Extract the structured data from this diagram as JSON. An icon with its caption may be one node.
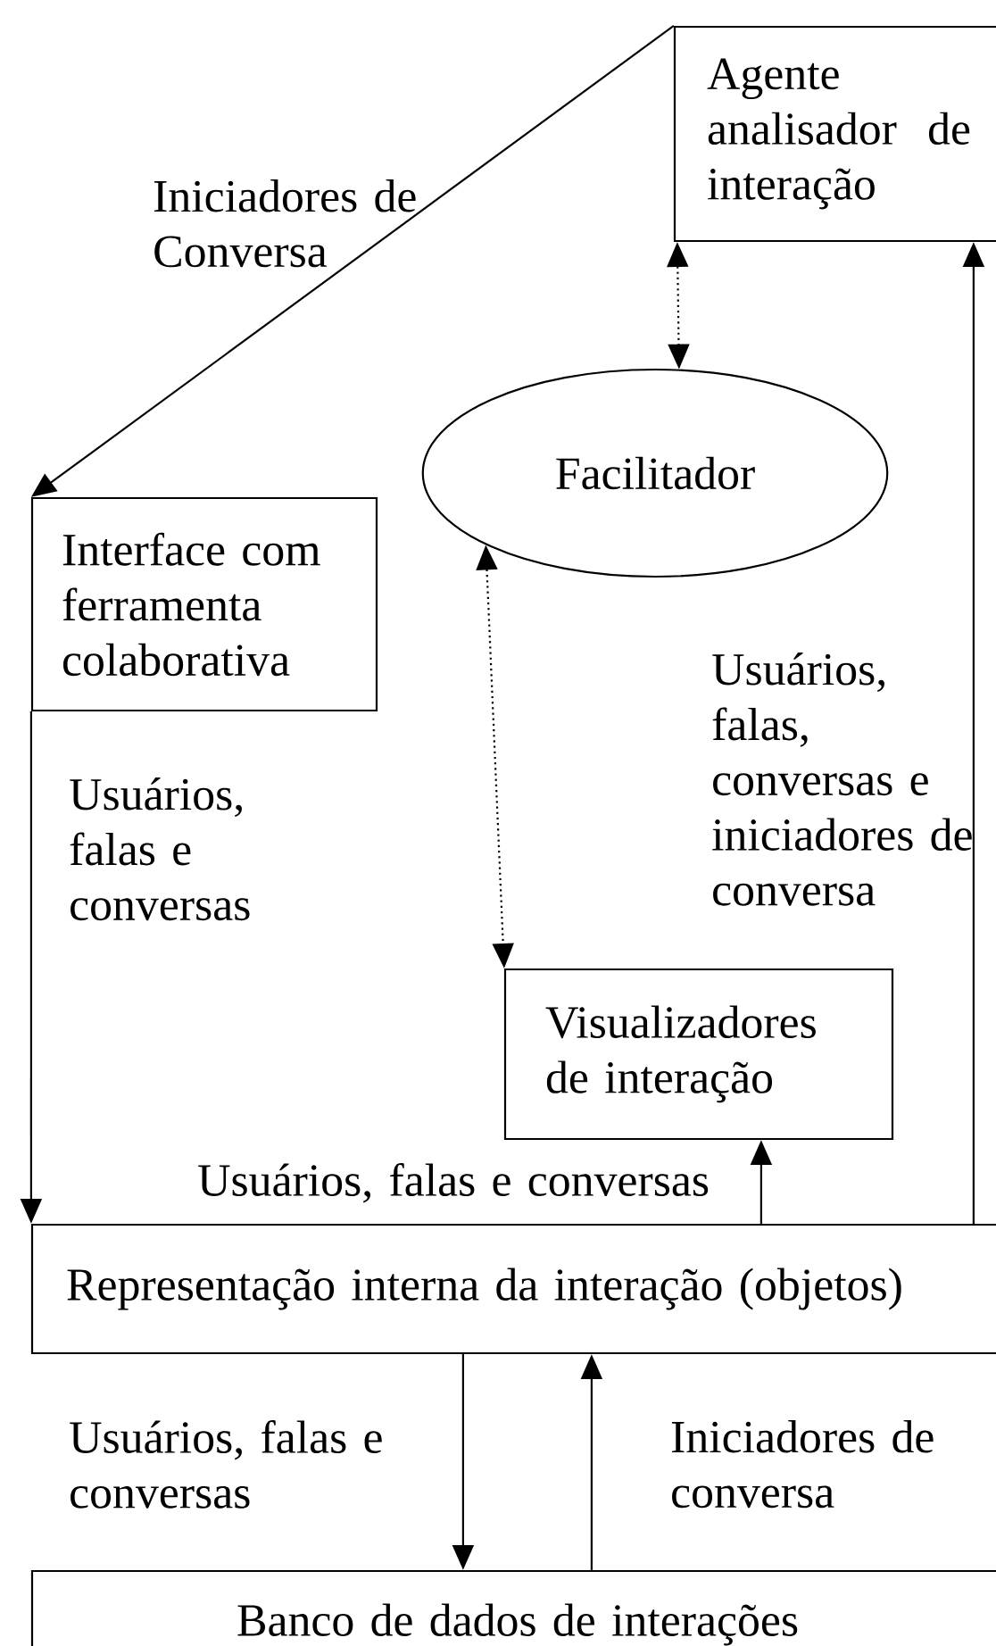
{
  "diagram": {
    "nodes": [
      {
        "text": [
          "Agente analisador de interação"
        ]
      },
      {
        "text": [
          "Facilitador"
        ]
      },
      {
        "text": [
          "Interface com ferramenta colaborativa"
        ]
      },
      {
        "text": [
          "Visualizadores de interação"
        ]
      },
      {
        "text": [
          "Representação interna da interação (objetos)"
        ]
      },
      {
        "text": [
          "Banco de dados de interações"
        ]
      }
    ],
    "edges": [
      {
        "from": 0,
        "to": 2,
        "arrow": "to",
        "label": "Iniciadores de Conversa"
      },
      {
        "from": 0,
        "to": 1,
        "arrow": "both",
        "style": "dashed"
      },
      {
        "from": 1,
        "to": 3,
        "arrow": "both",
        "style": "dashed"
      },
      {
        "from": 2,
        "to": 4,
        "arrow": "to",
        "label": "Usuários, falas e conversas"
      },
      {
        "from": 4,
        "to": 3,
        "arrow": "to",
        "label": "Usuários, falas e conversas"
      },
      {
        "from": 4,
        "to": 0,
        "arrow": "to",
        "label": "Usuários, falas, conversas e iniciadores de conversa"
      },
      {
        "from": 4,
        "to": 5,
        "arrow": "to",
        "label": "Usuários, falas e conversas"
      },
      {
        "from": 5,
        "to": 4,
        "arrow": "to",
        "label": "Iniciadores de conversa"
      }
    ]
  }
}
